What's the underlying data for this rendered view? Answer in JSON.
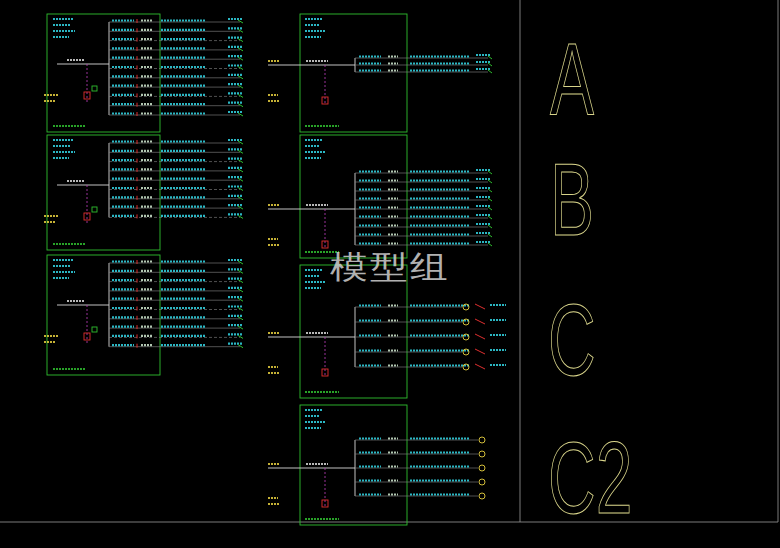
{
  "diagram": {
    "labels": [
      "模型组",
      "A",
      "B",
      "C",
      "C2"
    ]
  }
}
